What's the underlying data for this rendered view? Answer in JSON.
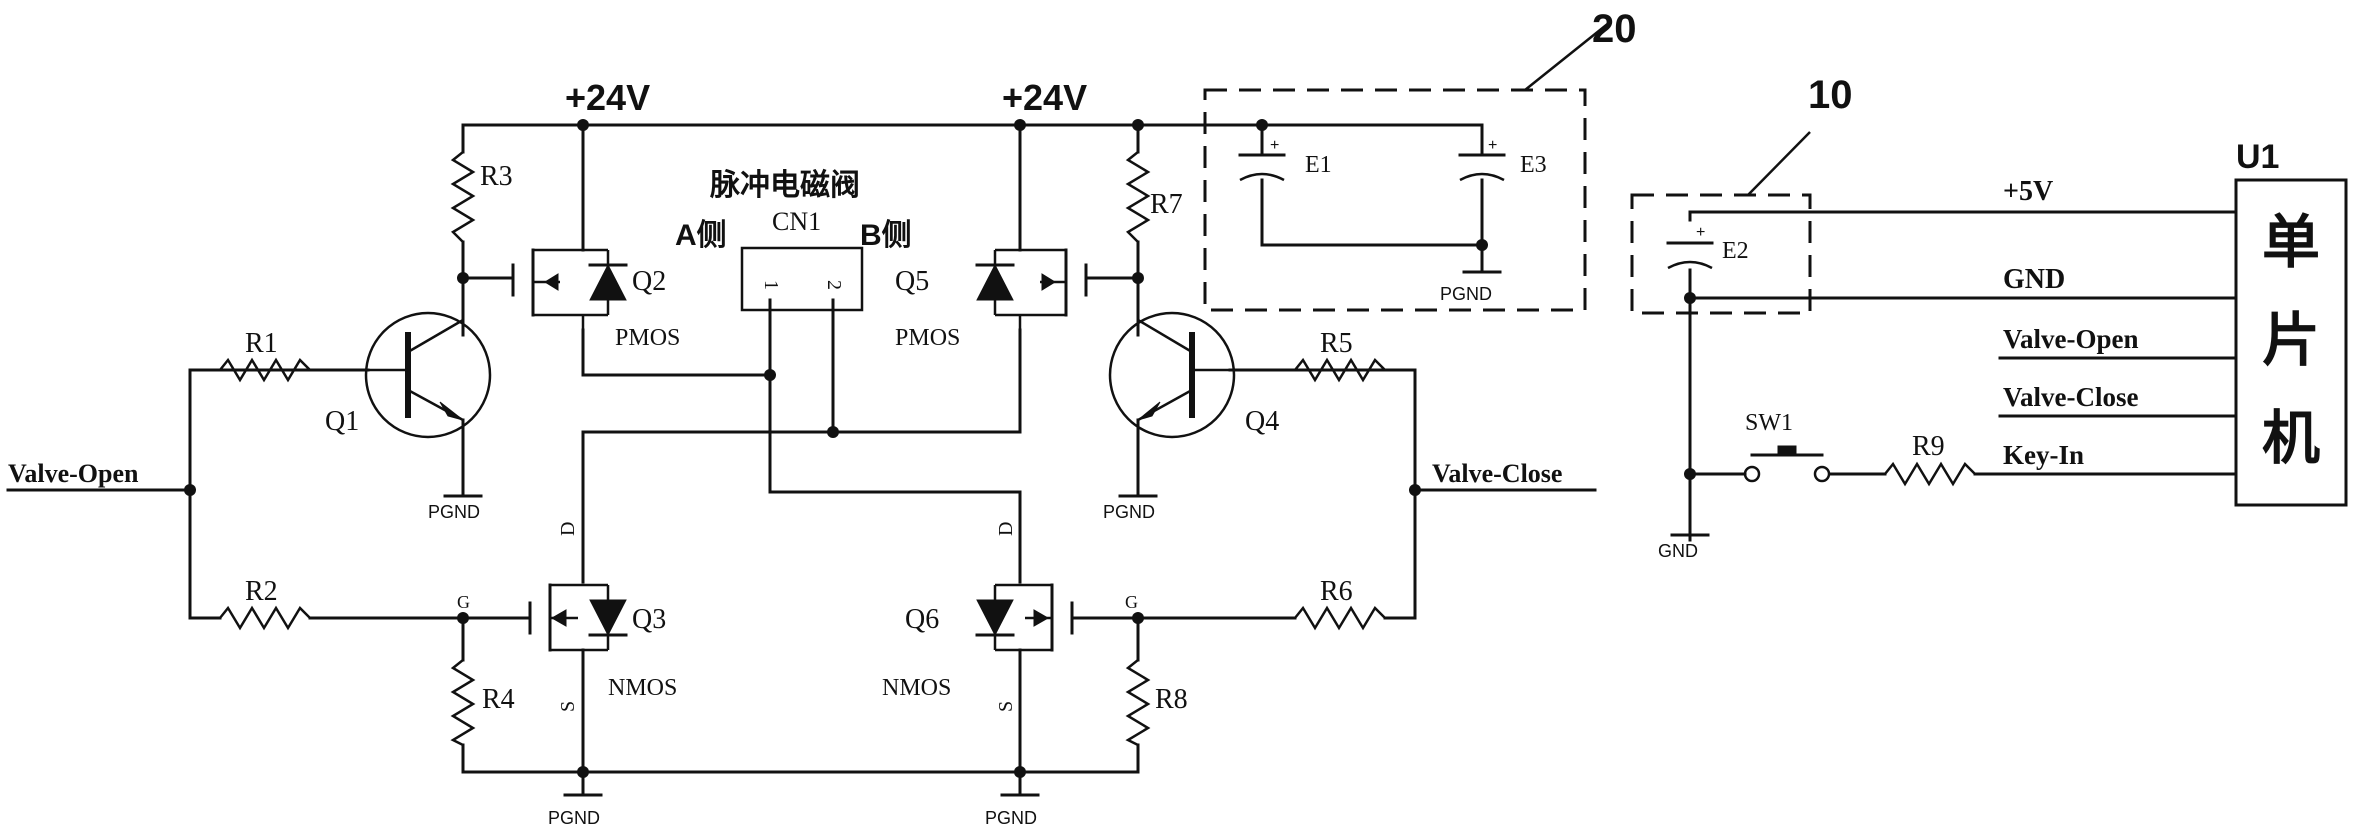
{
  "supplies": {
    "vcc_left": "+24V",
    "vcc_right": "+24V"
  },
  "callouts": {
    "group_20": "20",
    "group_10": "10"
  },
  "valve": {
    "title": "脉冲电磁阀",
    "ref": "CN1",
    "side_a": "A侧",
    "side_b": "B侧",
    "pin1": "1",
    "pin2": "2"
  },
  "transistors": {
    "q1": "Q1",
    "q2": "Q2",
    "q3": "Q3",
    "q4": "Q4",
    "q5": "Q5",
    "q6": "Q6",
    "pmos": "PMOS",
    "nmos": "NMOS",
    "pin_d": "D",
    "pin_g": "G",
    "pin_s": "S"
  },
  "resistors": {
    "r1": "R1",
    "r2": "R2",
    "r3": "R3",
    "r4": "R4",
    "r5": "R5",
    "r6": "R6",
    "r7": "R7",
    "r8": "R8",
    "r9": "R9"
  },
  "capacitors": {
    "e1": "E1",
    "e2": "E2",
    "e3": "E3",
    "plus": "+"
  },
  "grounds": {
    "pgnd": "PGND",
    "gnd": "GND"
  },
  "signals": {
    "valve_open": "Valve-Open",
    "valve_close": "Valve-Close",
    "plus5v": "+5V",
    "gnd": "GND",
    "key_in": "Key-In"
  },
  "switch": {
    "sw1": "SW1"
  },
  "mcu": {
    "ref": "U1",
    "chars": [
      "单",
      "片",
      "机"
    ]
  }
}
